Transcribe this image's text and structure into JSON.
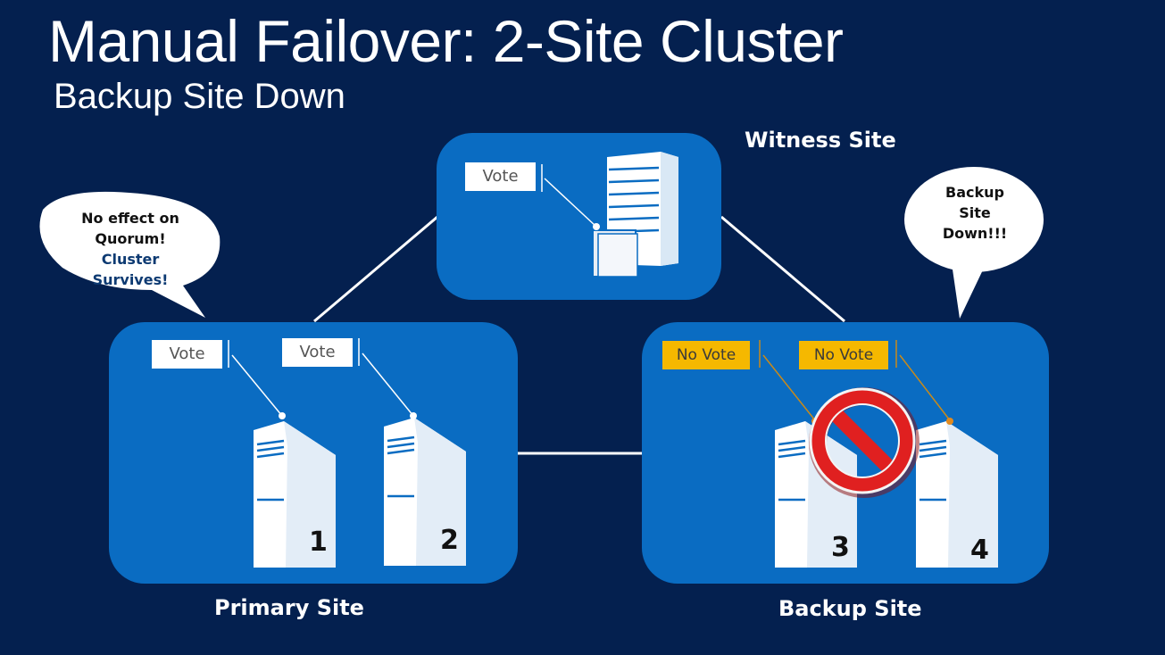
{
  "title": "Manual Failover: 2-Site Cluster",
  "subtitle": "Backup Site Down",
  "sites": {
    "witness": "Witness Site",
    "primary": "Primary Site",
    "backup": "Backup Site"
  },
  "labels": {
    "witness_vote": "Vote",
    "node1_vote": "Vote",
    "node2_vote": "Vote",
    "node3_vote": "No Vote",
    "node4_vote": "No Vote"
  },
  "nodes": [
    "1",
    "2",
    "3",
    "4"
  ],
  "bubbles": {
    "left_line1": "No effect on",
    "left_line2": "Quorum!",
    "left_line3": "Cluster",
    "left_line4": "Survives!",
    "right_line1": "Backup",
    "right_line2": "Site",
    "right_line3": "Down!!!"
  },
  "icons": [
    "server-icon",
    "file-share-witness-icon",
    "prohibited-icon"
  ],
  "colors": {
    "background": "#04204f",
    "site_box": "#0a6cc2",
    "no_vote": "#f5b800",
    "prohibited": "#e02020"
  }
}
